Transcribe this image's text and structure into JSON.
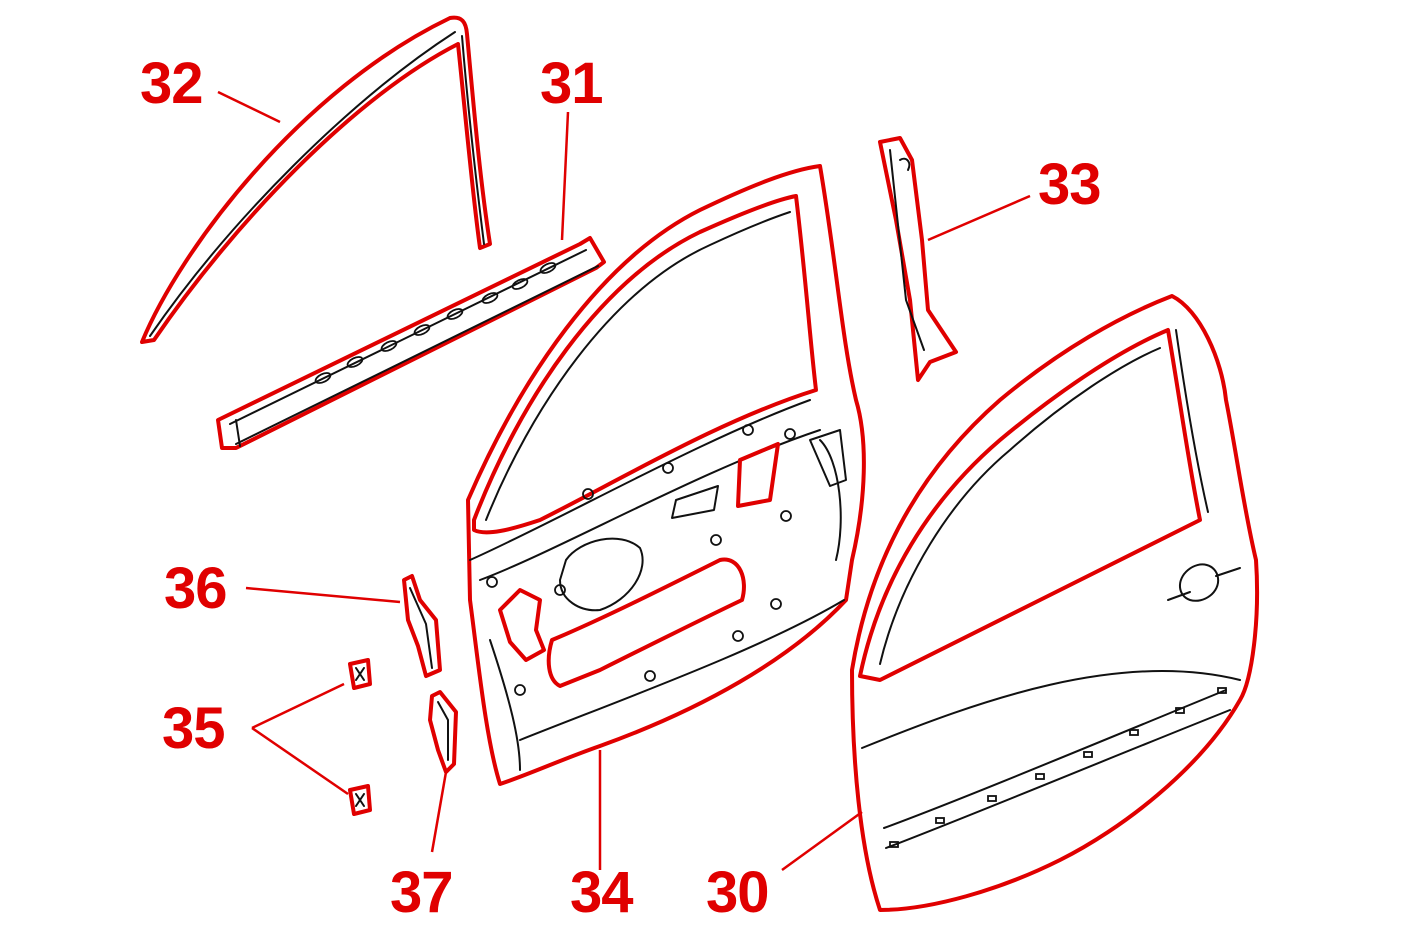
{
  "diagram": {
    "accent_color": "#e00000",
    "line_color": "#111111",
    "callouts": [
      {
        "id": "30",
        "label": "30",
        "part": "outer-door-panel"
      },
      {
        "id": "31",
        "label": "31",
        "part": "window-belt-reinforcement"
      },
      {
        "id": "32",
        "label": "32",
        "part": "window-frame-channel"
      },
      {
        "id": "33",
        "label": "33",
        "part": "b-pillar-trim"
      },
      {
        "id": "34",
        "label": "34",
        "part": "inner-door-panel"
      },
      {
        "id": "35",
        "label": "35",
        "part": "clip-pair"
      },
      {
        "id": "36",
        "label": "36",
        "part": "hinge-bracket-upper"
      },
      {
        "id": "37",
        "label": "37",
        "part": "hinge-bracket-lower"
      }
    ]
  }
}
